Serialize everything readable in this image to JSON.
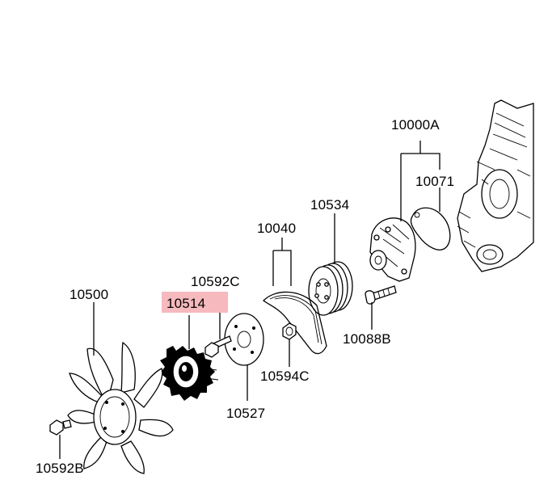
{
  "diagram": {
    "highlight_color": "#f6b9bd",
    "labels": {
      "p10000A": "10000A",
      "p10071": "10071",
      "p10534": "10534",
      "p10040": "10040",
      "p10592C": "10592C",
      "p10500": "10500",
      "p10514": "10514",
      "p10088B": "10088B",
      "p10594C": "10594C",
      "p10527": "10527",
      "p10592B": "10592B"
    },
    "highlighted_part": "10514"
  }
}
